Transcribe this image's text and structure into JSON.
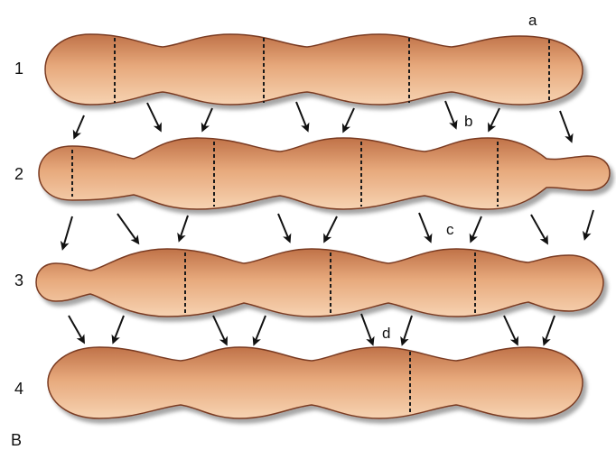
{
  "figure": {
    "row_labels": [
      "1",
      "2",
      "3",
      "4"
    ],
    "point_labels": [
      "a",
      "b",
      "c",
      "d"
    ],
    "panel_letter": "B"
  },
  "colors": {
    "segment_light": "#f4c8a2",
    "segment_dark": "#c98356",
    "outline": "#7a3b22",
    "divider": "#1a1a1a",
    "arrow": "#111111"
  }
}
